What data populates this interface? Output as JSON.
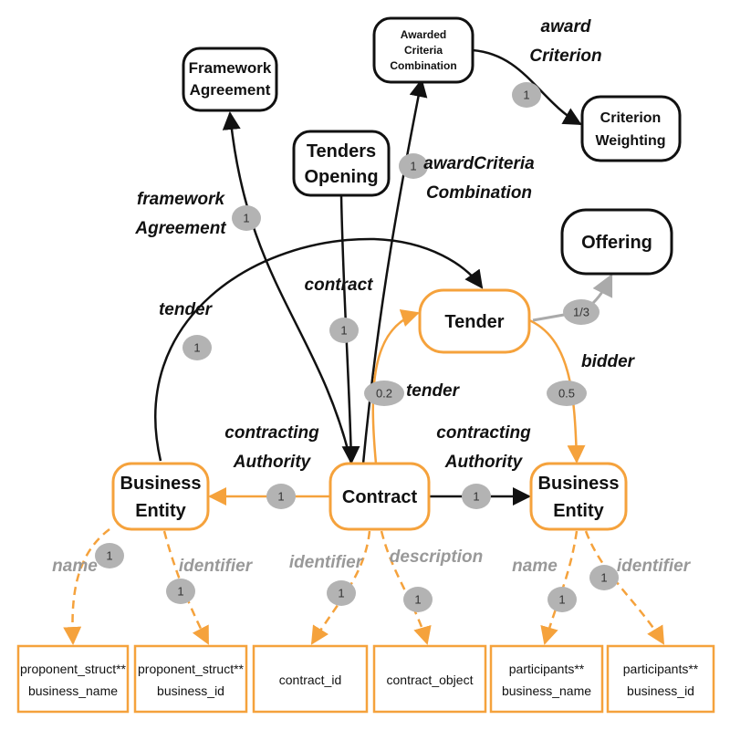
{
  "colors": {
    "black": "#111111",
    "orange": "#f5a23c",
    "grey": "#aaaaaa",
    "badge": "#b3b3b3"
  },
  "nodes": {
    "framework_agreement": [
      "Framework",
      "Agreement"
    ],
    "awarded_criteria_combination": [
      "Awarded",
      "Criteria",
      "Combination"
    ],
    "criterion_weighting": [
      "Criterion",
      "Weighting"
    ],
    "tenders_opening": [
      "Tenders",
      "Opening"
    ],
    "offering": [
      "Offering"
    ],
    "tender": [
      "Tender"
    ],
    "contract": [
      "Contract"
    ],
    "business_entity_left": [
      "Business",
      "Entity"
    ],
    "business_entity_right": [
      "Business",
      "Entity"
    ]
  },
  "boxes": {
    "proponent_business_name": [
      "proponent_struct**",
      "business_name"
    ],
    "proponent_business_id": [
      "proponent_struct**",
      "business_id"
    ],
    "contract_id": [
      "contract_id"
    ],
    "contract_object": [
      "contract_object"
    ],
    "participants_business_name": [
      "participants**",
      "business_name"
    ],
    "participants_business_id": [
      "participants**",
      "business_id"
    ]
  },
  "edge_labels": {
    "award_criterion": [
      "award",
      "Criterion"
    ],
    "award_criteria_combination": [
      "awardCriteria",
      "Combination"
    ],
    "framework_agreement": [
      "framework",
      "Agreement"
    ],
    "contract": [
      "contract"
    ],
    "tender_top": [
      "tender"
    ],
    "tender_orange": [
      "tender"
    ],
    "bidder": [
      "bidder"
    ],
    "contracting_authority_left": [
      "contracting",
      "Authority"
    ],
    "contracting_authority_right": [
      "contracting",
      "Authority"
    ],
    "name_left": [
      "name"
    ],
    "identifier_left": [
      "identifier"
    ],
    "identifier_contract": [
      "identifier"
    ],
    "description": [
      "description"
    ],
    "name_right": [
      "name"
    ],
    "identifier_right": [
      "identifier"
    ]
  },
  "badges": {
    "award_criterion": "1",
    "award_criteria_combination": "1",
    "framework_agreement": "1",
    "contract": "1",
    "tender_top": "1",
    "offering": "1/3",
    "tender_orange": "0.2",
    "bidder": "0.5",
    "contracting_left": "1",
    "contracting_right": "1",
    "name_left": "1",
    "identifier_left": "1",
    "identifier_contract": "1",
    "description": "1",
    "name_right": "1",
    "identifier_right": "1"
  }
}
